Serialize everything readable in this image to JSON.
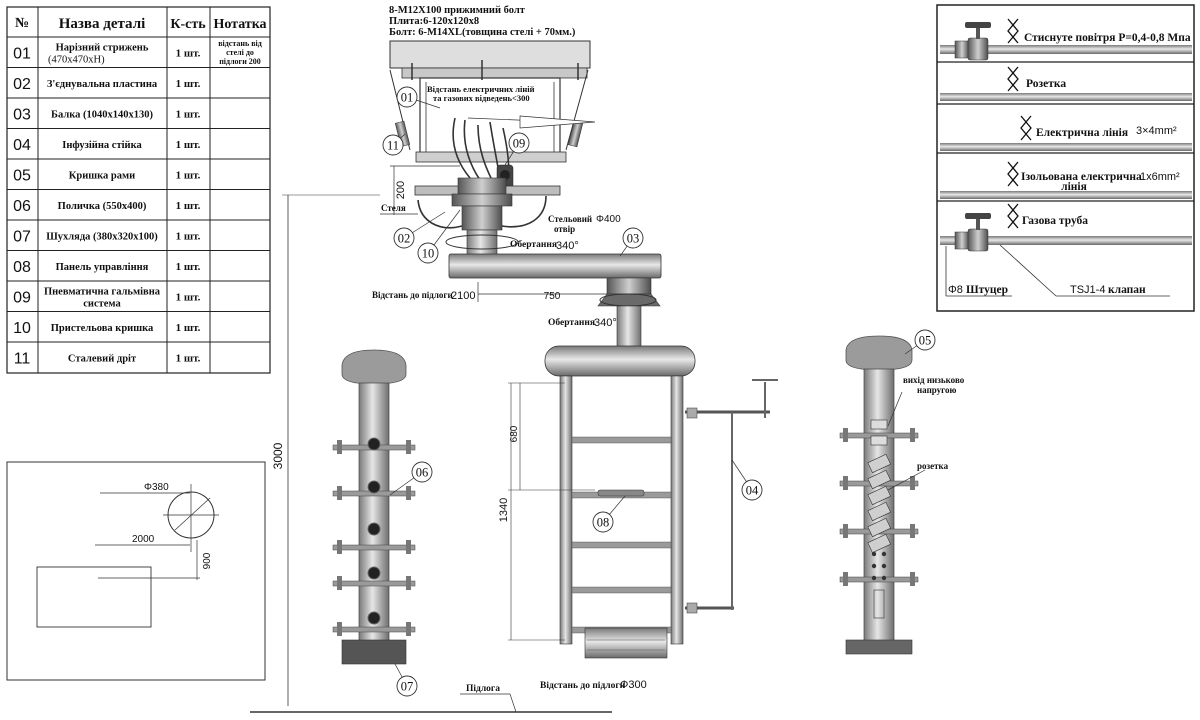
{
  "parts_table": {
    "headers": [
      "№",
      "Назва деталі",
      "К-сть",
      "Нотатка"
    ],
    "rows": [
      {
        "num": "01",
        "name_line1": "Нарізний стрижень",
        "name_line2": "(470х470хН)",
        "qty": "1 шт.",
        "note_line1": "відстань від",
        "note_line2": "стелі до",
        "note_line3": "підлоги 200"
      },
      {
        "num": "02",
        "name_line1": "З'єднувальна пластина",
        "name_line2": "",
        "qty": "1 шт.",
        "note_line1": "",
        "note_line2": "",
        "note_line3": ""
      },
      {
        "num": "03",
        "name_line1": "Балка (1040х140х130)",
        "name_line2": "",
        "qty": "1 шт.",
        "note_line1": "",
        "note_line2": "",
        "note_line3": ""
      },
      {
        "num": "04",
        "name_line1": "Інфузійна стійка",
        "name_line2": "",
        "qty": "1 шт.",
        "note_line1": "",
        "note_line2": "",
        "note_line3": ""
      },
      {
        "num": "05",
        "name_line1": "Кришка рами",
        "name_line2": "",
        "qty": "1 шт.",
        "note_line1": "",
        "note_line2": "",
        "note_line3": ""
      },
      {
        "num": "06",
        "name_line1": "Поличка (550х400)",
        "name_line2": "",
        "qty": "1 шт.",
        "note_line1": "",
        "note_line2": "",
        "note_line3": ""
      },
      {
        "num": "07",
        "name_line1": "Шухляда (380х320х100)",
        "name_line2": "",
        "qty": "1 шт.",
        "note_line1": "",
        "note_line2": "",
        "note_line3": ""
      },
      {
        "num": "08",
        "name_line1": "Панель управління",
        "name_line2": "",
        "qty": "1 шт.",
        "note_line1": "",
        "note_line2": "",
        "note_line3": ""
      },
      {
        "num": "09",
        "name_line1": "Пневматична гальмівна",
        "name_line2": "система",
        "qty": "1 шт.",
        "note_line1": "",
        "note_line2": "",
        "note_line3": ""
      },
      {
        "num": "10",
        "name_line1": "Пристельова кришка",
        "name_line2": "",
        "qty": "1 шт.",
        "note_line1": "",
        "note_line2": "",
        "note_line3": ""
      },
      {
        "num": "11",
        "name_line1": "Сталевий дріт",
        "name_line2": "",
        "qty": "1 шт.",
        "note_line1": "",
        "note_line2": "",
        "note_line3": ""
      }
    ]
  },
  "legend": {
    "compressed_air": "Стиснуте повітря P=0,4-0,8 Мпа",
    "socket": "Розетка",
    "electric_line": "Електрична лінія",
    "electric_line_spec": "3×4mm²",
    "insulated_line_1": "Ізольована електрична",
    "insulated_line_2": "лінія",
    "insulated_line_spec": "1x6mm²",
    "gas_pipe": "Газова труба",
    "fitting_dia": "Φ8",
    "fitting": "Штуцер",
    "valve_code": "TSJ1-4",
    "valve": "клапан"
  },
  "top_view": {
    "circle_dia": "Φ380",
    "dim_2000": "2000",
    "dim_900": "900"
  },
  "assembly": {
    "bolt_line1": "8-M12X100 прижимний болт",
    "bolt_line2": "Плита:6-120x120x8",
    "bolt_line3": "Болт: 6-M14XL(товщина стелі + 70мм.)",
    "lines_distance_1": "Відстань електричних ліній",
    "lines_distance_2": "та газових відведень<300",
    "ceiling": "Стеля",
    "steel_hole_1": "Стельовий",
    "steel_hole_2": "отвір",
    "hole_dia": "Φ400",
    "rotation_1": "Обертання",
    "rotation_1_value": "340°",
    "floor_distance_1": "Відстань до підлоги",
    "floor_distance_1_value": "2100",
    "dim_750": "750",
    "rotation_2": "Обертання",
    "rotation_2_value": "340°",
    "dim_200": "200",
    "dim_3000": "3000",
    "dim_680": "680",
    "dim_1340": "1340",
    "floor_distance_2": "Відстань до підлоги",
    "floor_distance_2_value": "Ф300",
    "floor": "Підлога",
    "low_voltage_1": "вихід низьково",
    "low_voltage_2": "напругою",
    "socket_label": "розетка"
  },
  "callouts": {
    "c01": "01",
    "c02": "02",
    "c03": "03",
    "c04": "04",
    "c05": "05",
    "c06": "06",
    "c07": "07",
    "c08": "08",
    "c09": "09",
    "c10": "10",
    "c11": "11"
  }
}
